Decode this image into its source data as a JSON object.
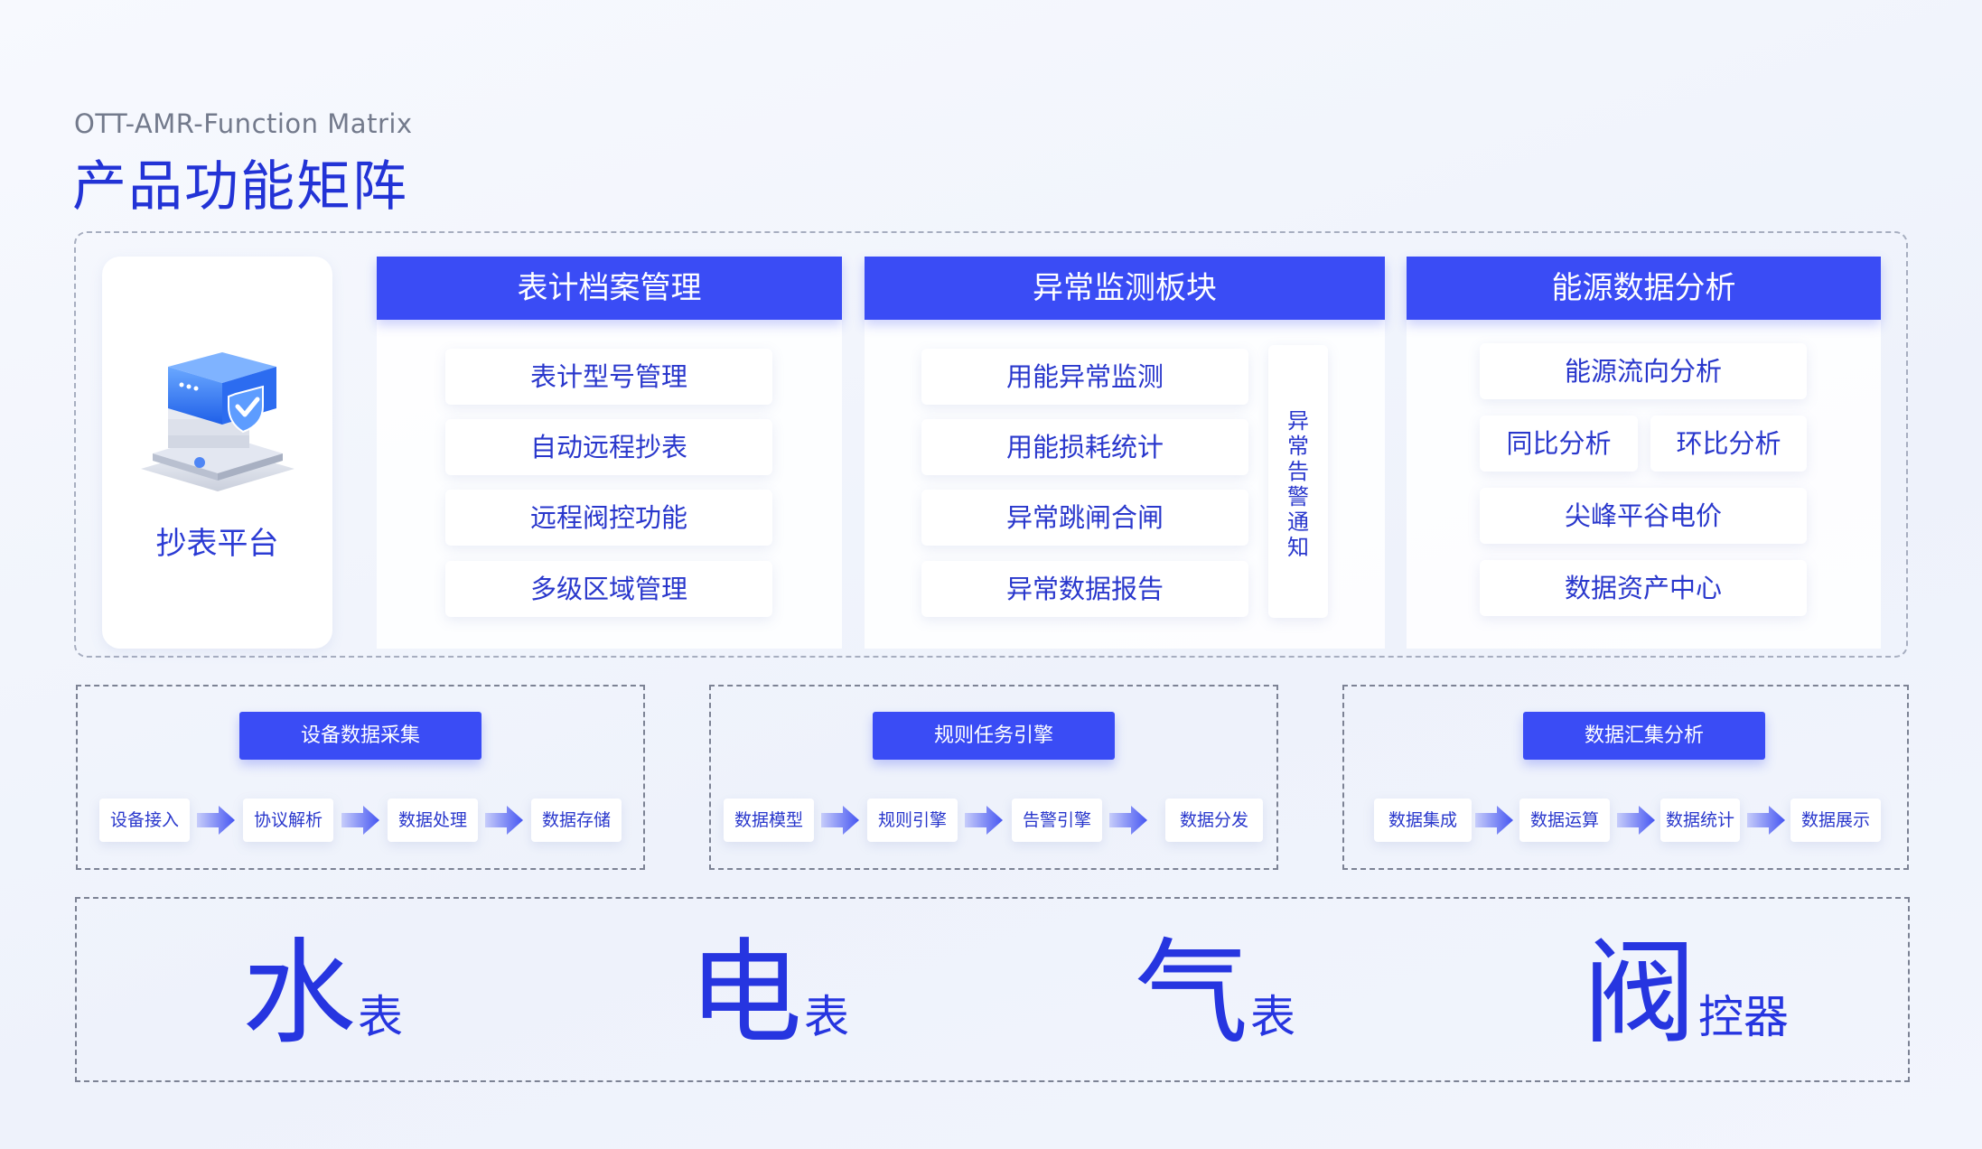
{
  "header": {
    "subtitle": "OTT-AMR-Function Matrix",
    "title": "产品功能矩阵"
  },
  "platform": {
    "label": "抄表平台",
    "icon": "server-shield-icon"
  },
  "panels": {
    "meter_archive": {
      "title": "表计档案管理",
      "items": [
        "表计型号管理",
        "自动远程抄表",
        "远程阀控功能",
        "多级区域管理"
      ]
    },
    "anomaly": {
      "title": "异常监测板块",
      "items": [
        "用能异常监测",
        "用能损耗统计",
        "异常跳闸合闸",
        "异常数据报告"
      ],
      "notice": [
        "异",
        "常",
        "告",
        "警",
        "通",
        "知"
      ]
    },
    "energy": {
      "title": "能源数据分析",
      "items": [
        "能源流向分析",
        "同比分析",
        "环比分析",
        "尖峰平谷电价",
        "数据资产中心"
      ]
    }
  },
  "pipelines": [
    {
      "title": "设备数据采集",
      "steps": [
        "设备接入",
        "协议解析",
        "数据处理",
        "数据存储"
      ]
    },
    {
      "title": "规则任务引擎",
      "steps": [
        "数据模型",
        "规则引擎",
        "告警引擎",
        "数据分发"
      ]
    },
    {
      "title": "数据汇集分析",
      "steps": [
        "数据集成",
        "数据运算",
        "数据统计",
        "数据展示"
      ]
    }
  ],
  "meters": [
    {
      "big": "水",
      "small": "表"
    },
    {
      "big": "电",
      "small": "表"
    },
    {
      "big": "气",
      "small": "表"
    },
    {
      "big": "阀",
      "small": "控器"
    }
  ],
  "colors": {
    "accent": "#3a4cf5",
    "text_blue": "#2937cc",
    "background": "#f2f5fd"
  }
}
